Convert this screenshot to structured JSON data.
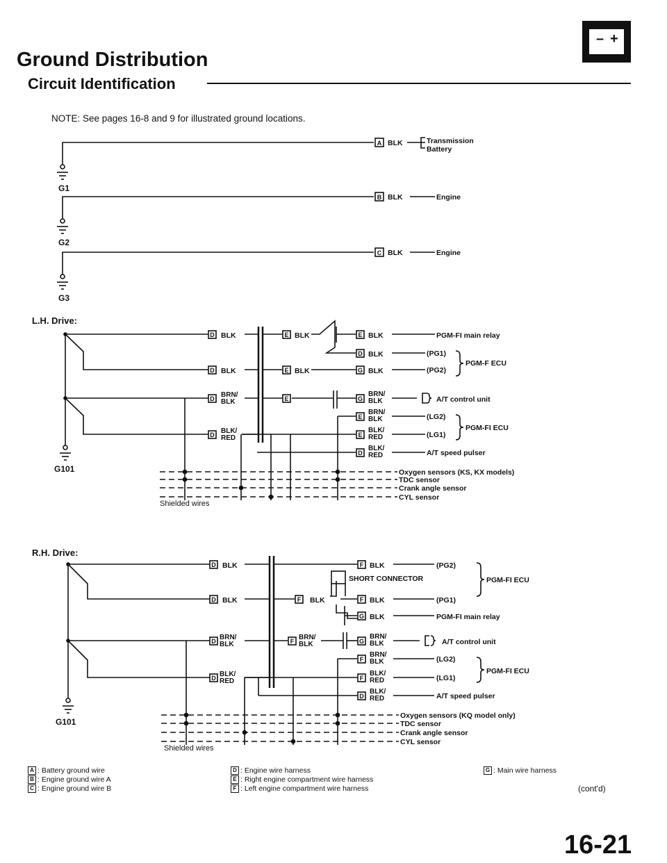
{
  "header": {
    "title": "Ground Distribution",
    "subtitle": "Circuit Identification",
    "note": "NOTE: See pages 16-8 and 9 for illustrated ground locations."
  },
  "icons": {
    "battery": "battery-icon",
    "ground": "ground-symbol-icon"
  },
  "grounds": {
    "g1": {
      "label": "G1",
      "code": "A",
      "wire": "BLK",
      "dest1": "Transmission",
      "dest2": "Battery"
    },
    "g2": {
      "label": "G2",
      "code": "B",
      "wire": "BLK",
      "dest": "Engine"
    },
    "g3": {
      "label": "G3",
      "code": "C",
      "wire": "BLK",
      "dest": "Engine"
    }
  },
  "lh": {
    "heading": "L.H. Drive:",
    "ground": "G101",
    "left_codes": [
      "D",
      "D",
      "D",
      "D"
    ],
    "left_wires": [
      "BLK",
      "BLK",
      "BRN/",
      "BLK",
      "BLK/",
      "RED"
    ],
    "mid_codes": [
      "E",
      "E",
      "E"
    ],
    "mid_wires": [
      "BLK",
      "BLK"
    ],
    "right_codes": [
      "E",
      "D",
      "G",
      "G",
      "E",
      "E",
      "D"
    ],
    "right_wires": [
      "BLK",
      "BLK",
      "BLK",
      "BRN/",
      "BLK",
      "BRN/",
      "BLK",
      "BLK/",
      "RED",
      "BLK/",
      "RED"
    ],
    "dest": [
      "PGM-FI main relay",
      "(PG1)",
      "(PG2)",
      "PGM-F ECU",
      "A/T control unit",
      "(LG2)",
      "(LG1)",
      "PGM-FI ECU",
      "A/T speed pulser"
    ],
    "shield": [
      "Oxygen sensors (KS, KX models)",
      "TDC sensor",
      "Crank angle sensor",
      "CYL sensor"
    ],
    "shielded": "Shielded wires"
  },
  "rh": {
    "heading": "R.H. Drive:",
    "ground": "G101",
    "left_codes": [
      "D",
      "D",
      "D",
      "D"
    ],
    "left_wires": [
      "BLK",
      "BLK",
      "BRN/",
      "BLK",
      "BLK/",
      "RED"
    ],
    "mid_codes": [
      "F",
      "F"
    ],
    "mid_wires": [
      "BLK",
      "BRN/",
      "BLK"
    ],
    "connector": "SHORT CONNECTOR",
    "right_codes": [
      "F",
      "F",
      "G",
      "G",
      "F",
      "F",
      "D"
    ],
    "right_wires": [
      "BLK",
      "BLK",
      "BLK",
      "BRN/",
      "BLK",
      "BRN/",
      "BLK",
      "BLK/",
      "RED",
      "BLK/",
      "RED"
    ],
    "dest": [
      "(PG2)",
      "(PG1)",
      "PGM-FI ECU",
      "PGM-FI main relay",
      "A/T control unit",
      "(LG2)",
      "(LG1)",
      "PGM-FI ECU",
      "A/T speed pulser"
    ],
    "shield": [
      "Oxygen sensors (KQ model only)",
      "TDC sensor",
      "Crank angle sensor",
      "CYL sensor"
    ],
    "shielded": "Shielded wires"
  },
  "legend": {
    "col1": [
      {
        "code": "A",
        "text": ": Battery ground wire"
      },
      {
        "code": "B",
        "text": ": Engine ground wire A"
      },
      {
        "code": "C",
        "text": ": Engine ground wire B"
      }
    ],
    "col2": [
      {
        "code": "D",
        "text": ": Engine wire harness"
      },
      {
        "code": "E",
        "text": ": Right engine compartment wire harness"
      },
      {
        "code": "F",
        "text": ": Left engine compartment wire harness"
      }
    ],
    "col3": [
      {
        "code": "G",
        "text": ": Main wire harness"
      }
    ]
  },
  "footer": {
    "contd": "(cont'd)",
    "page": "16-21"
  }
}
